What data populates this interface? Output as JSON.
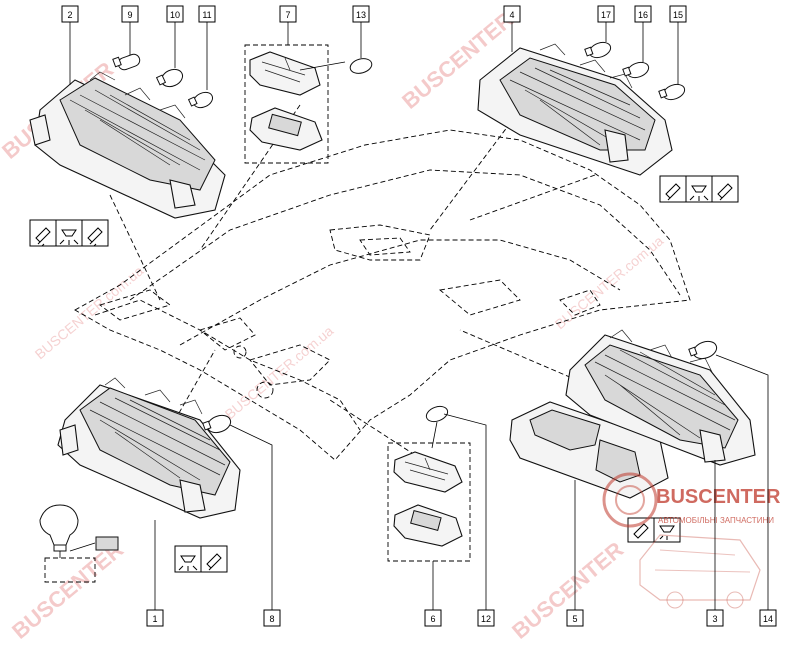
{
  "diagram": {
    "callouts": [
      {
        "id": "c2",
        "label": "2"
      },
      {
        "id": "c9",
        "label": "9"
      },
      {
        "id": "c10",
        "label": "10"
      },
      {
        "id": "c11",
        "label": "11"
      },
      {
        "id": "c7",
        "label": "7"
      },
      {
        "id": "c13",
        "label": "13"
      },
      {
        "id": "c4",
        "label": "4"
      },
      {
        "id": "c17",
        "label": "17"
      },
      {
        "id": "c16",
        "label": "16"
      },
      {
        "id": "c15",
        "label": "15"
      },
      {
        "id": "c1",
        "label": "1"
      },
      {
        "id": "c8",
        "label": "8"
      },
      {
        "id": "c6",
        "label": "6"
      },
      {
        "id": "c12",
        "label": "12"
      },
      {
        "id": "c5",
        "label": "5"
      },
      {
        "id": "c3",
        "label": "3"
      },
      {
        "id": "c14",
        "label": "14"
      }
    ],
    "watermarks": {
      "brand": "BUSCENTER",
      "domain": "BUSCENTER.com.ua",
      "logo_name": "BUSCENTER",
      "logo_tagline": "АВТОМОБІЛЬНІ ЗАПЧАСТИНИ"
    },
    "colors": {
      "line": "#000000",
      "watermark": "#e06a6a",
      "logo": "#c0392b"
    }
  }
}
